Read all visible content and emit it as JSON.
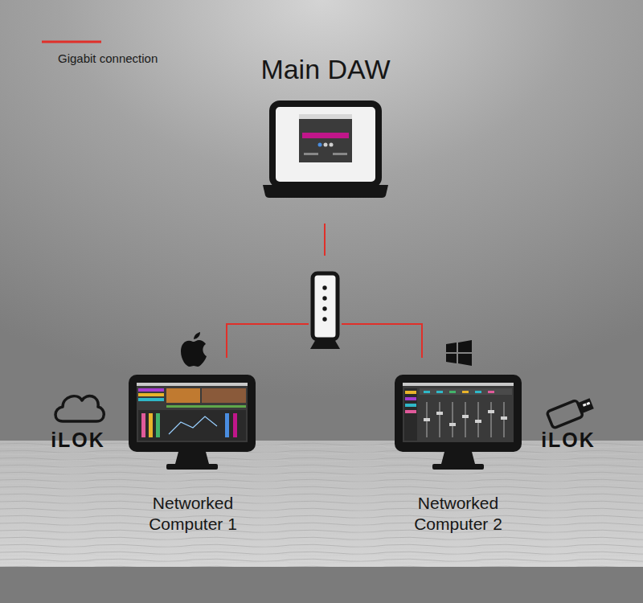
{
  "diagram": {
    "nodes": [
      {
        "text": [
          "Main DAW"
        ]
      },
      {
        "text": [
          "Networked Computer 1"
        ]
      },
      {
        "text": [
          "Networked Computer 2"
        ]
      }
    ],
    "edges": [
      {
        "from": 0,
        "to": 1,
        "arrow": "none"
      },
      {
        "from": 0,
        "to": 2,
        "arrow": "none"
      }
    ],
    "labels": [
      "iLOK",
      "iLOK"
    ],
    "legend": [
      {
        "text": "Gigabit connection"
      }
    ]
  }
}
